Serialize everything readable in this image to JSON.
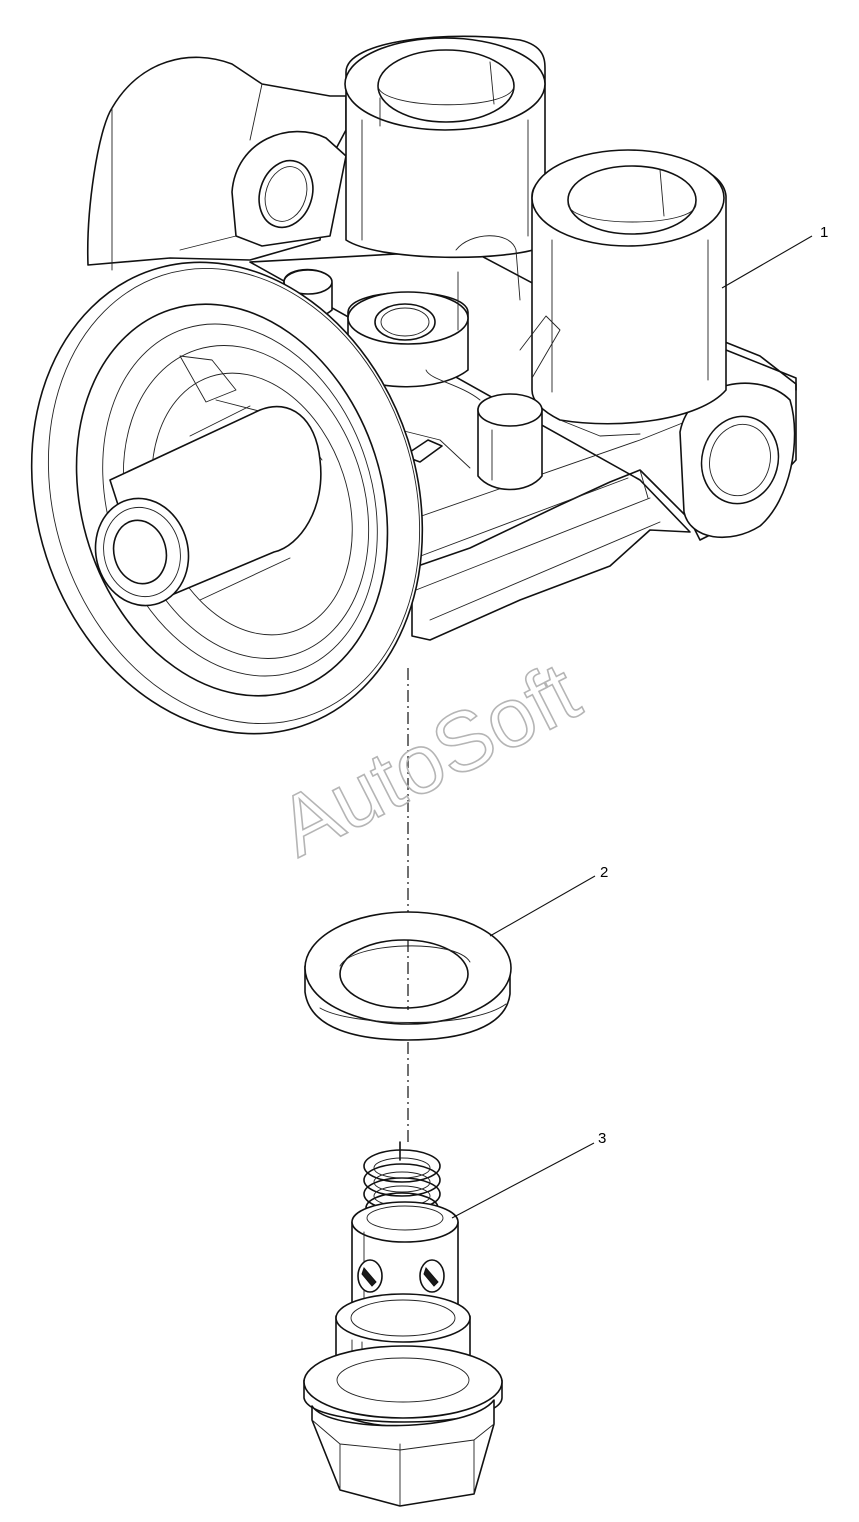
{
  "callouts": [
    {
      "number": "1",
      "part": "filter-head"
    },
    {
      "number": "2",
      "part": "sealing-washer"
    },
    {
      "number": "3",
      "part": "relief-valve-plug"
    }
  ],
  "watermark": {
    "text": "AutoSoft",
    "color": "#b5b5b5"
  },
  "colors": {
    "ink": "#111111",
    "background": "#ffffff"
  }
}
